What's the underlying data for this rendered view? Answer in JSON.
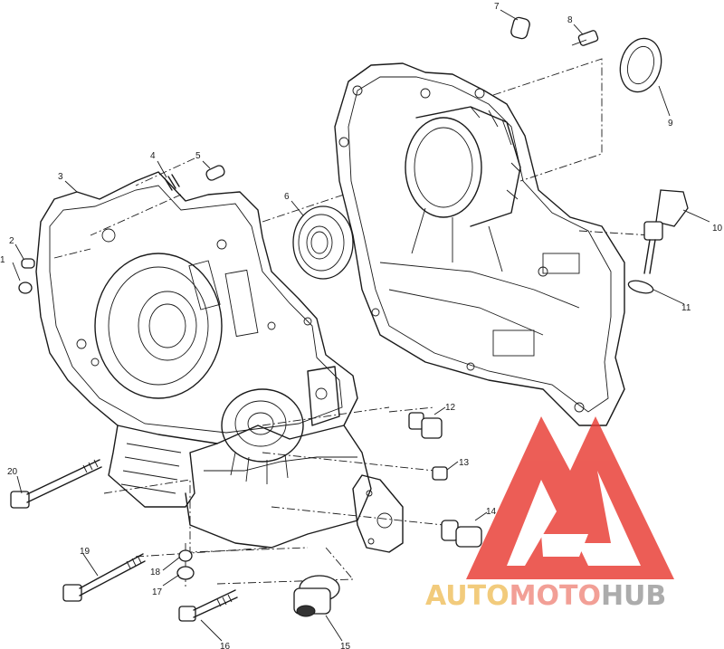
{
  "callouts": [
    "1",
    "2",
    "3",
    "4",
    "5",
    "6",
    "7",
    "8",
    "9",
    "10",
    "11",
    "12",
    "13",
    "14",
    "15",
    "16",
    "17",
    "18",
    "19",
    "20"
  ],
  "watermark": {
    "text_part1": "AUTO",
    "text_part2": "MOTO",
    "text_part3": "HUB",
    "color_part1": "#f0c060",
    "color_part2": "#f08a80",
    "color_part3": "#9a9a9a",
    "logo_color": "#e83a32"
  }
}
